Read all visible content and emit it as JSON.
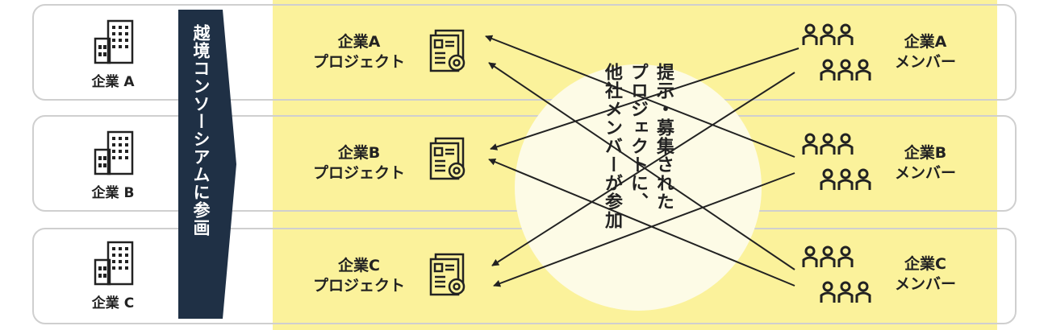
{
  "companies": [
    {
      "label": "企業 A"
    },
    {
      "label": "企業 B"
    },
    {
      "label": "企業 C"
    }
  ],
  "banner": {
    "text": "越境コンソーシアムに参画",
    "color": "#1f3045"
  },
  "projects": [
    {
      "line1": "企業A",
      "line2": "プロジェクト"
    },
    {
      "line1": "企業B",
      "line2": "プロジェクト"
    },
    {
      "line1": "企業C",
      "line2": "プロジェクト"
    }
  ],
  "members": [
    {
      "line1": "企業A",
      "line2": "メンバー"
    },
    {
      "line1": "企業B",
      "line2": "メンバー"
    },
    {
      "line1": "企業C",
      "line2": "メンバー"
    }
  ],
  "center": {
    "line1": "提示・募集された",
    "line2": "プロジェクトに、",
    "line3": "他社メンバーが参加"
  },
  "colors": {
    "highlight": "#fbf29b",
    "circle": "#fdfbe6",
    "border": "#cfcfcf",
    "ink": "#222222"
  }
}
